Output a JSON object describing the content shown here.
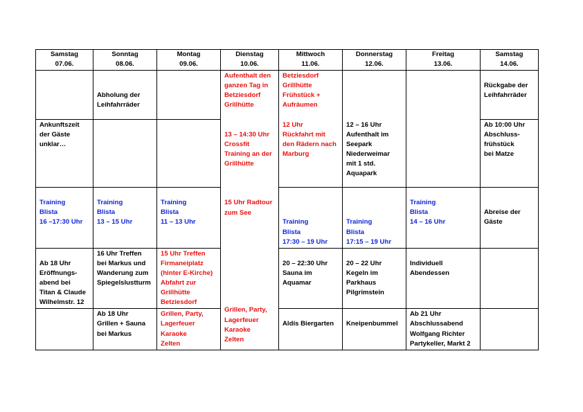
{
  "days": [
    {
      "name": "Samstag",
      "date": "07.06."
    },
    {
      "name": "Sonntag",
      "date": "08.06."
    },
    {
      "name": "Montag",
      "date": "09.06."
    },
    {
      "name": "Dienstag",
      "date": "10.06."
    },
    {
      "name": "Mittwoch",
      "date": "11.06."
    },
    {
      "name": "Donnerstag",
      "date": "12.06."
    },
    {
      "name": "Freitag",
      "date": "13.06."
    },
    {
      "name": "Samstag",
      "date": "14.06."
    }
  ],
  "cells": {
    "sun_pickup": [
      "Abholung der",
      "Leihfahrräder"
    ],
    "sat2_return": [
      "Rückgabe der",
      "Leihfahrräder"
    ],
    "tue_col": {
      "a": [
        "Aufenthalt den",
        "ganzen Tag in",
        "Betziesdorf",
        "Grillhütte"
      ],
      "b": [
        "13 – 14:30 Uhr",
        "Crossfit",
        "Training an der",
        "Grillhütte"
      ],
      "c": [
        "15 Uhr Radtour",
        "zum See"
      ],
      "d": [
        "Grillen, Party,",
        "Lagerfeuer",
        "Karaoke",
        "Zelten"
      ]
    },
    "wed_top": {
      "a": [
        "Betziesdorf",
        "Grillhütte",
        "Frühstück +",
        "Aufräumen"
      ],
      "b": [
        "12 Uhr",
        "Rückfahrt mit",
        "den Rädern nach",
        "Marburg"
      ]
    },
    "sat1_arrival": [
      "Ankunftszeit",
      "der Gäste",
      "unklar…"
    ],
    "thu_seepark": [
      "12 – 16 Uhr",
      "Aufenthalt im",
      "Seepark",
      "Niederweimar",
      "mit 1 std.",
      "Aquapark"
    ],
    "sat2_brunch": [
      "Ab 10:00 Uhr",
      "Abschluss-",
      "frühstück",
      "bei Matze"
    ],
    "sat1_training": [
      "Training",
      "Blista",
      "16 –17:30 Uhr"
    ],
    "sun_training": [
      "Training",
      "Blista",
      "13 – 15 Uhr"
    ],
    "mon_training": [
      "Training",
      "Blista",
      "11 – 13 Uhr"
    ],
    "wed_training": [
      "Training",
      "Blista",
      "17:30 – 19 Uhr"
    ],
    "thu_training": [
      "Training",
      "Blista",
      "17:15 – 19 Uhr"
    ],
    "fri_training": [
      "Training",
      "Blista",
      "14 – 16 Uhr"
    ],
    "sat2_departure": [
      "Abreise der",
      "Gäste"
    ],
    "sat1_opening": [
      "Ab 18 Uhr",
      "Eröffnungs-",
      "abend bei",
      "Titan & Claude",
      "Wilhelmstr. 12"
    ],
    "sun_meet": [
      "16 Uhr Treffen",
      "bei Markus und",
      "Wanderung zum",
      "Spiegelslustturm"
    ],
    "mon_meet": [
      "15 Uhr Treffen",
      "Firmaneiplatz",
      "(hinter E-Kirche)",
      "Abfahrt zur",
      "Grillhütte",
      "Betziesdorf"
    ],
    "wed_sauna": [
      "20 – 22:30 Uhr",
      "Sauna im",
      "Aquamar"
    ],
    "thu_bowling": [
      "20 – 22 Uhr",
      "Kegeln im",
      "Parkhaus",
      "Pilgrimstein"
    ],
    "fri_dinner": [
      "Individuell",
      "Abendessen"
    ],
    "sun_grill": [
      "Ab 18 Uhr",
      "Grillen + Sauna",
      "bei Markus"
    ],
    "mon_party": [
      "Grillen, Party,",
      "Lagerfeuer",
      "Karaoke",
      "Zelten"
    ],
    "wed_bar": [
      "Aldis Biergarten"
    ],
    "thu_pub": [
      "Kneipenbummel"
    ],
    "fri_final": [
      "Ab 21 Uhr",
      "Abschlussabend",
      "Wolfgang Richter",
      "Partykeller, Markt 2"
    ]
  },
  "colors": {
    "red": "#e8110f",
    "blue": "#1226d6",
    "text": "#000000",
    "border": "#000000"
  }
}
